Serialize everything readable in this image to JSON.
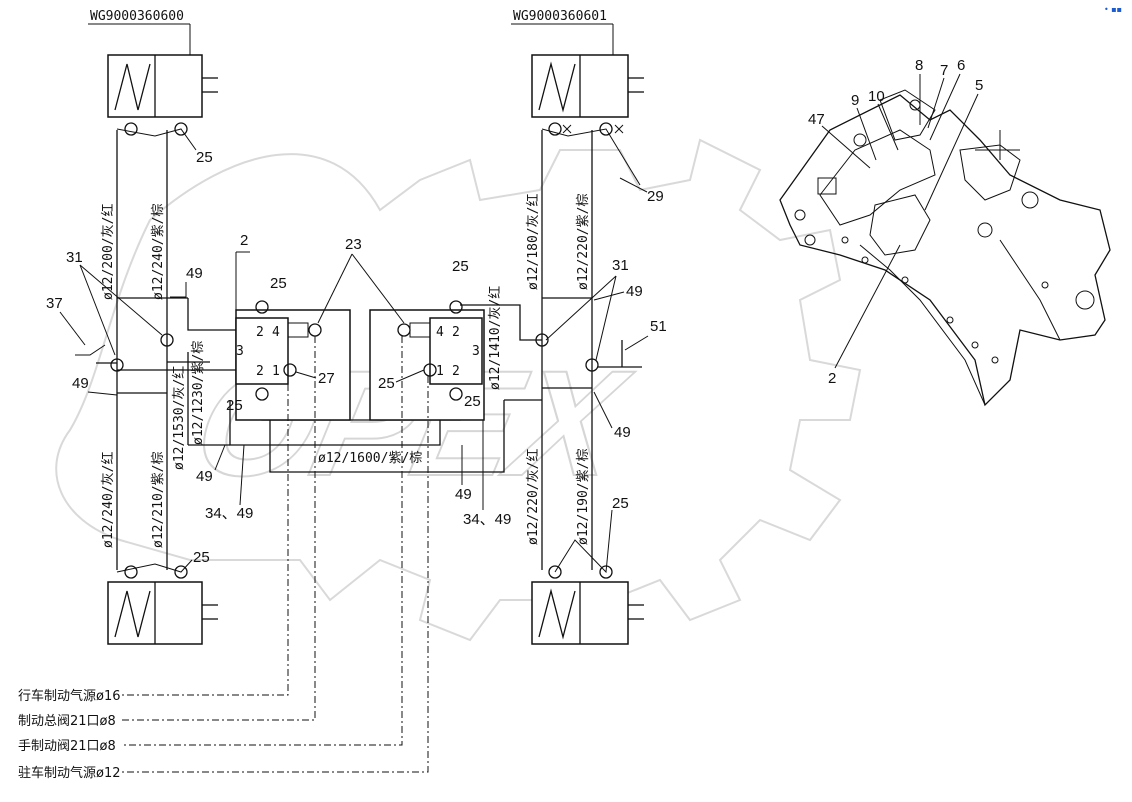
{
  "watermark": {
    "text": "OPEX"
  },
  "corner_mark": "• ▪▪",
  "part_numbers": {
    "left": "WG9000360600",
    "right": "WG9000360601"
  },
  "pipes": {
    "left_upper_a": "ø12/200/灰/红",
    "left_upper_b": "ø12/240/紫/棕",
    "left_lower_a": "ø12/240/灰/红",
    "left_lower_b": "ø12/210/紫/棕",
    "mid_a": "ø12/1530/灰/红",
    "mid_b": "ø12/1230/紫/棕",
    "mid_c": "ø12/1410/灰/红",
    "bottom_h": "ø12/1600/紫/棕",
    "right_upper_a": "ø12/180/灰/红",
    "right_upper_b": "ø12/220/紫/棕",
    "right_lower_a": "ø12/220/灰/红",
    "right_lower_b": "ø12/190/紫/棕"
  },
  "callouts": {
    "c25_top_left": "25",
    "c29": "29",
    "c31_left": "31",
    "c31_right": "31",
    "c49_a": "49",
    "c49_b": "49",
    "c49_c": "49",
    "c49_d": "49",
    "c49_e": "49",
    "c49_f": "49",
    "c37": "37",
    "c2": "2",
    "c23": "23",
    "c25_valve1": "25",
    "c25_valve2": "25",
    "c27": "27",
    "c25_mid1": "25",
    "c25_mid2": "25",
    "c25_mid3": "25",
    "c51": "51",
    "c34_49_left": "34、49",
    "c34_49_right": "34、49",
    "c25_bottom_left": "25",
    "c25_bottom_right": "25",
    "c47": "47",
    "c9": "9",
    "c10": "10",
    "c8": "8",
    "c7": "7",
    "c6": "6",
    "c5": "5",
    "c2_iso": "2"
  },
  "valve_ports": {
    "v1_tl": "2",
    "v1_tr": "4",
    "v1_left": "3",
    "v1_bl": "2",
    "v1_br": "1",
    "v2_tl": "4",
    "v2_tr": "2",
    "v2_right": "3",
    "v2_bl": "1",
    "v2_br": "2"
  },
  "legend": [
    {
      "text": "行车制动气源ø16"
    },
    {
      "text": "制动总阀21口ø8"
    },
    {
      "text": "手制动阀21口ø8"
    },
    {
      "text": "驻车制动气源ø12"
    }
  ]
}
